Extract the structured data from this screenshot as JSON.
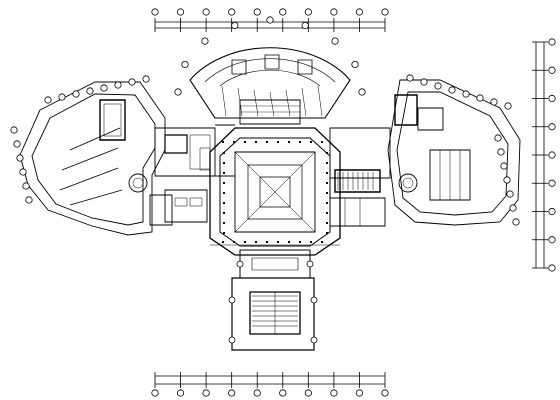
{
  "drawing": {
    "type": "architectural floor plan",
    "line_color": "#000000",
    "background": "#ffffff"
  },
  "grid": {
    "top_axis_count": 10,
    "bottom_axis_count": 10,
    "right_axis_count": 9,
    "left_wing_axis_count": 8,
    "right_wing_axis_count": 8
  }
}
